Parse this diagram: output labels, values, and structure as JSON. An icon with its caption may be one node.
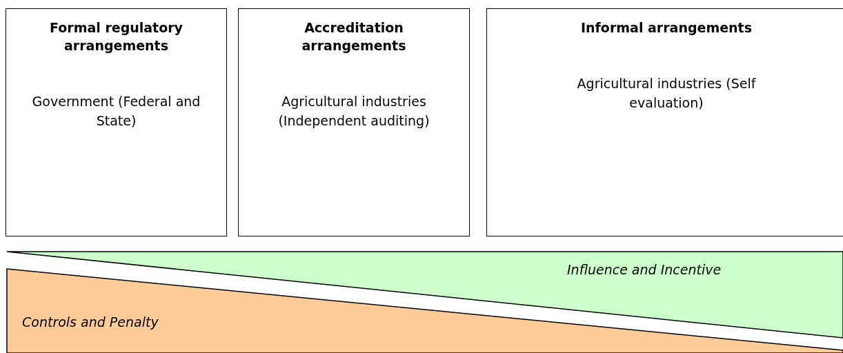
{
  "diagram": {
    "nodes": [
      {
        "text": [
          "Formal regulatory arrangements",
          "Government (Federal and State)"
        ]
      },
      {
        "text": [
          "Accreditation arrangements",
          "Agricultural industries (Independent auditing)"
        ]
      },
      {
        "text": [
          "Informal arrangements",
          "Agricultural industries (Self evaluation)"
        ]
      },
      {
        "text": [
          "Influence and Incentive"
        ]
      },
      {
        "text": [
          "Controls and Penalty"
        ]
      }
    ]
  }
}
